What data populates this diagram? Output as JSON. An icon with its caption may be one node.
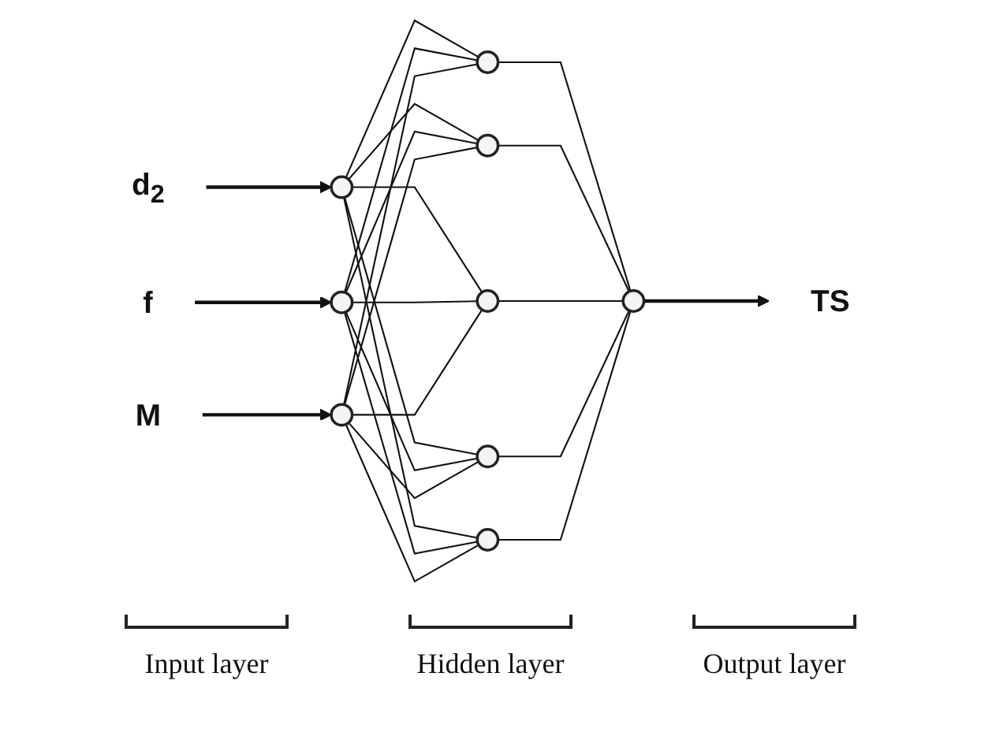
{
  "diagram": {
    "nodes": [
      {
        "text": [
          "d$_{2}$"
        ]
      },
      {
        "text": [
          "f"
        ]
      },
      {
        "text": [
          "M"
        ]
      },
      {
        "text": [],
        "shape": "circle"
      },
      {
        "text": [],
        "shape": "circle"
      },
      {
        "text": [],
        "shape": "circle"
      },
      {
        "text": [],
        "shape": "circle"
      },
      {
        "text": [],
        "shape": "circle"
      },
      {
        "text": [],
        "shape": "circle"
      },
      {
        "text": [],
        "shape": "circle"
      },
      {
        "text": [],
        "shape": "circle"
      },
      {
        "text": [],
        "shape": "circle"
      },
      {
        "text": [
          "TS"
        ]
      }
    ],
    "edges": [
      {
        "from": 0,
        "to": 3,
        "arrow": "to"
      },
      {
        "from": 1,
        "to": 4,
        "arrow": "to"
      },
      {
        "from": 2,
        "to": 5,
        "arrow": "to"
      },
      {
        "from": 3,
        "to": 6,
        "arrow": "none"
      },
      {
        "from": 3,
        "to": 7,
        "arrow": "none"
      },
      {
        "from": 3,
        "to": 8,
        "arrow": "none"
      },
      {
        "from": 3,
        "to": 9,
        "arrow": "none"
      },
      {
        "from": 3,
        "to": 10,
        "arrow": "none"
      },
      {
        "from": 4,
        "to": 6,
        "arrow": "none"
      },
      {
        "from": 4,
        "to": 7,
        "arrow": "none"
      },
      {
        "from": 4,
        "to": 8,
        "arrow": "none"
      },
      {
        "from": 4,
        "to": 9,
        "arrow": "none"
      },
      {
        "from": 4,
        "to": 10,
        "arrow": "none"
      },
      {
        "from": 5,
        "to": 6,
        "arrow": "none"
      },
      {
        "from": 5,
        "to": 7,
        "arrow": "none"
      },
      {
        "from": 5,
        "to": 8,
        "arrow": "none"
      },
      {
        "from": 5,
        "to": 9,
        "arrow": "none"
      },
      {
        "from": 5,
        "to": 10,
        "arrow": "none"
      },
      {
        "from": 6,
        "to": 11,
        "arrow": "none"
      },
      {
        "from": 7,
        "to": 11,
        "arrow": "none"
      },
      {
        "from": 8,
        "to": 11,
        "arrow": "none"
      },
      {
        "from": 9,
        "to": 11,
        "arrow": "none"
      },
      {
        "from": 10,
        "to": 11,
        "arrow": "none"
      },
      {
        "from": 11,
        "to": 12,
        "arrow": "to"
      }
    ],
    "labels": [
      "Input layer",
      "Hidden layer",
      "Output layer"
    ]
  }
}
